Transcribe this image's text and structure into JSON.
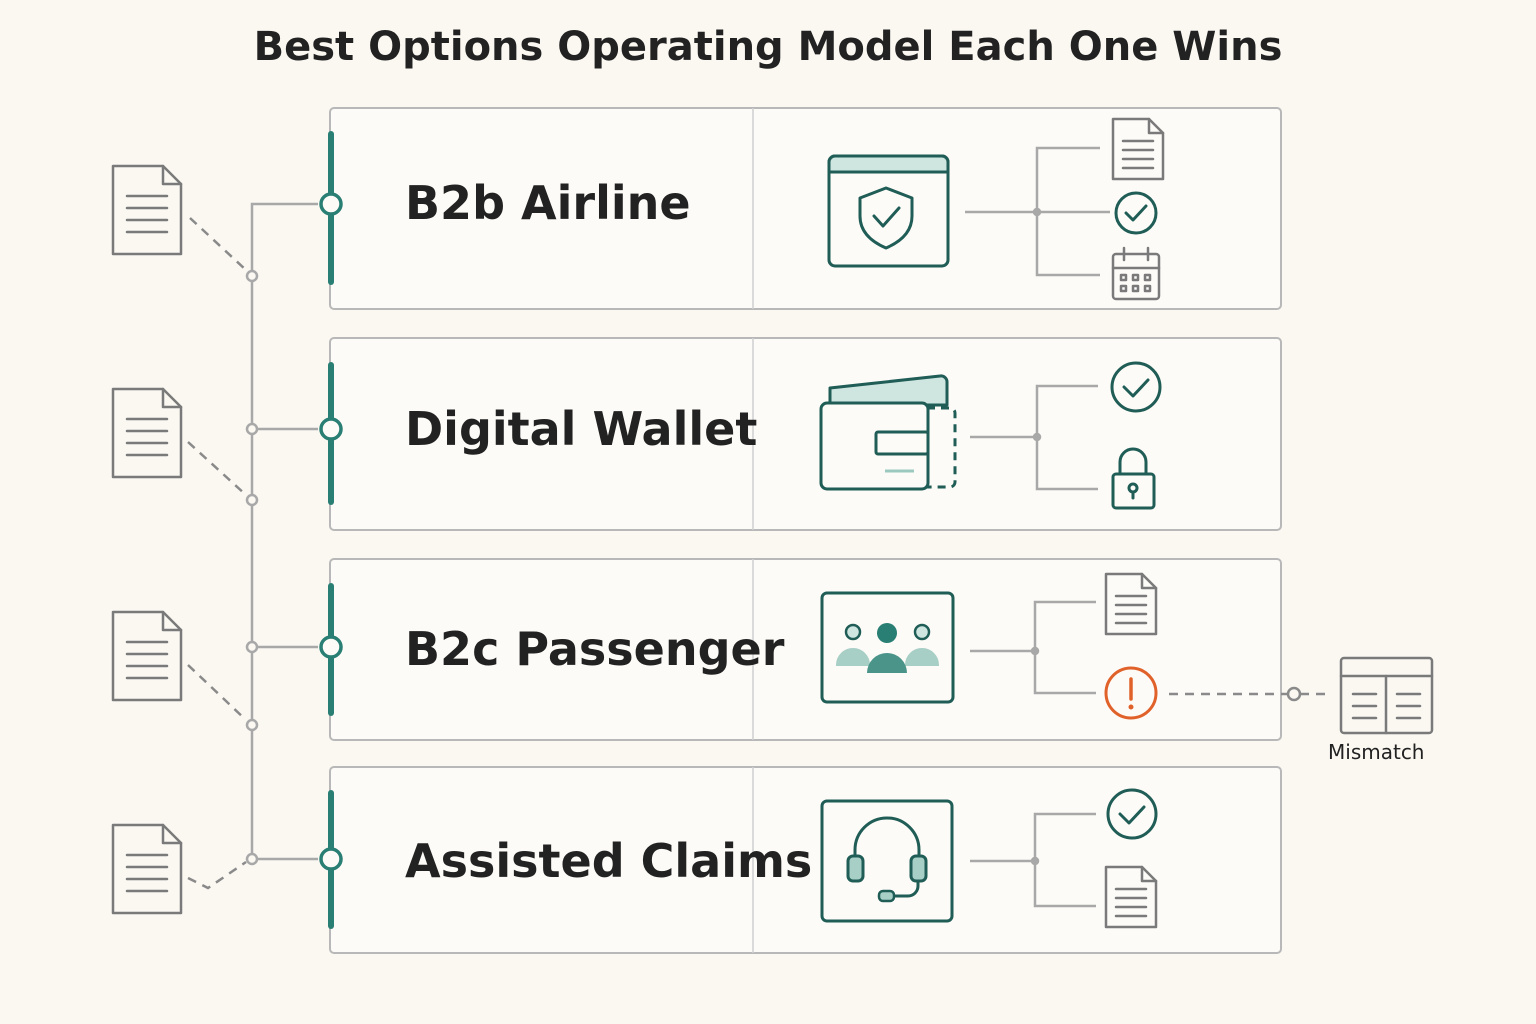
{
  "title": "Best Options Operating Model Each One Wins",
  "colors": {
    "accent": "#2a7f74",
    "dark_teal": "#1f5d56",
    "light_teal": "#cfe6e0",
    "alert": "#e0622a",
    "line": "#a8a8a8",
    "background": "#fbf8f2"
  },
  "rows": [
    {
      "label": "B2b Airline",
      "main_icon": "shield-window-icon",
      "sub_icons": [
        "document-icon",
        "check-circle-icon",
        "calendar-icon"
      ]
    },
    {
      "label": "Digital Wallet",
      "main_icon": "wallet-icon",
      "sub_icons": [
        "check-circle-icon",
        "padlock-icon"
      ]
    },
    {
      "label": "B2c Passenger",
      "main_icon": "people-group-icon",
      "sub_icons": [
        "document-icon",
        "alert-circle-icon"
      ]
    },
    {
      "label": "Assisted Claims",
      "main_icon": "headset-icon",
      "sub_icons": [
        "check-circle-icon",
        "document-icon"
      ]
    }
  ],
  "mismatch": {
    "label": "Mismatch",
    "icon": "table-document-icon"
  }
}
